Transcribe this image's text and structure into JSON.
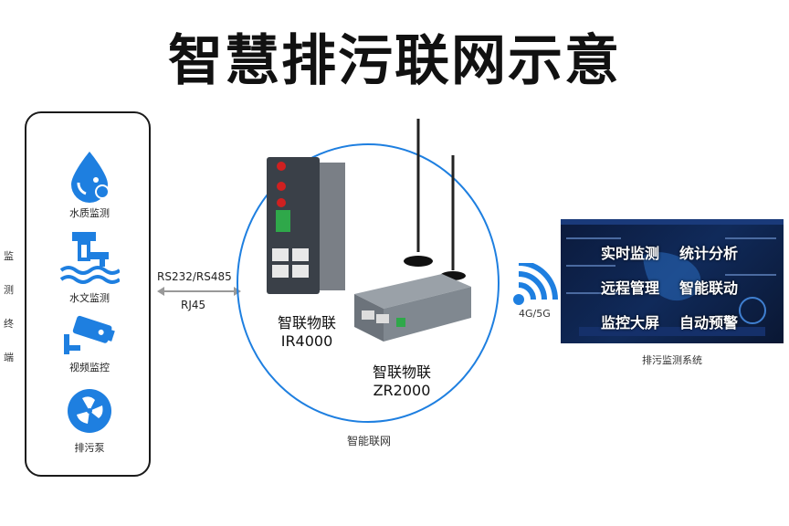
{
  "title": "智慧排污联网示意",
  "terminal": {
    "side_label": [
      "监",
      "测",
      "终",
      "端"
    ],
    "devices": [
      {
        "label": "水质监测",
        "icon": "water-drop-icon"
      },
      {
        "label": "水文监测",
        "icon": "water-level-station-icon"
      },
      {
        "label": "视频监控",
        "icon": "security-camera-icon"
      },
      {
        "label": "排污泵",
        "icon": "pump-fan-icon"
      }
    ]
  },
  "link": {
    "protocol": "RS232/RS485",
    "port": "RJ45"
  },
  "routers": [
    {
      "brand": "智联物联",
      "model": "IR4000"
    },
    {
      "brand": "智联物联",
      "model": "ZR2000"
    }
  ],
  "network_caption": "智能联网",
  "wireless": {
    "label": "4G/5G",
    "icon": "wifi-signal-icon"
  },
  "platform": {
    "caption": "排污监测系统",
    "features": [
      "实时监测",
      "统计分析",
      "远程管理",
      "智能联动",
      "监控大屏",
      "自动预警"
    ]
  },
  "colors": {
    "accent": "#1e7fe0",
    "dark": "#111111",
    "platform_bg": "#0b1a3c"
  }
}
